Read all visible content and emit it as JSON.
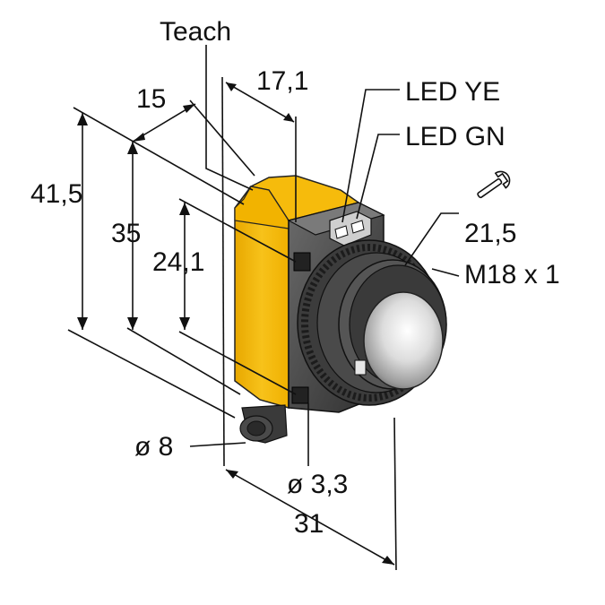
{
  "labels": {
    "teach": "Teach",
    "led_ye": "LED YE",
    "led_gn": "LED GN",
    "width_upper": "17,1",
    "depth_upper": "15",
    "height_total": "41,5",
    "height_mid": "35",
    "height_inner": "24,1",
    "wrench_size": "21,5",
    "thread": "M18 x 1",
    "cable_dia": "ø 8",
    "hole_dia": "ø 3,3",
    "length_bottom": "31"
  },
  "icons": [
    "wrench-icon"
  ],
  "colors": {
    "housing_yellow": "#f5b800",
    "housing_yellow_dark": "#d99a00",
    "body_dark": "#3a3a3a",
    "body_mid": "#5a5a5a",
    "lens_light": "#e8e8e8",
    "line": "#111111"
  }
}
